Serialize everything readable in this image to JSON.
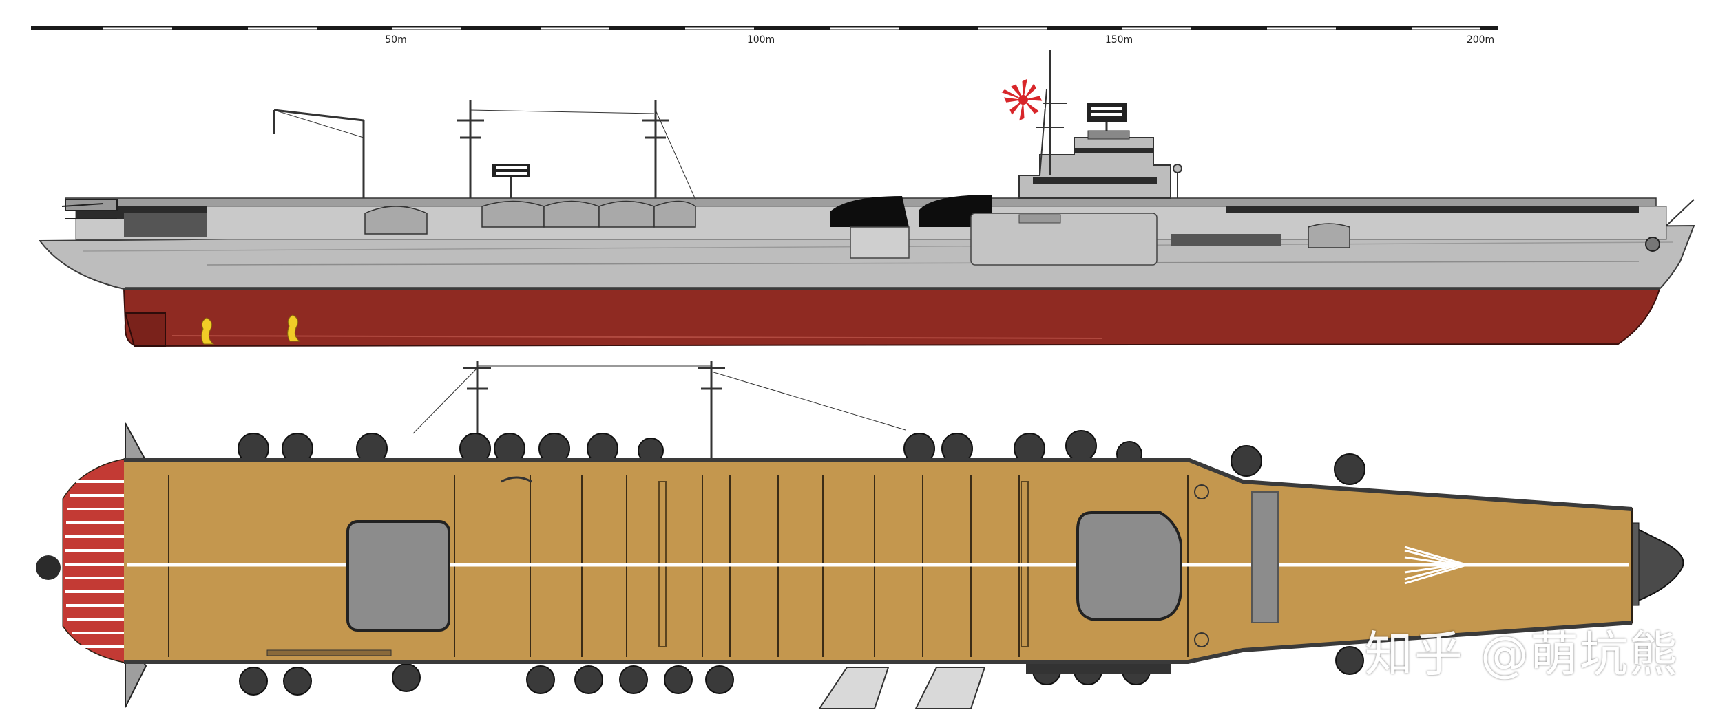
{
  "scale_bar": {
    "labels": [
      "50m",
      "100m",
      "150m",
      "200m"
    ]
  },
  "watermark": {
    "text": "知乎 @萌坑熊"
  },
  "colors": {
    "hull_grey": "#bdbdbd",
    "hull_red": "#8f2a22",
    "deck_wood": "#c4974e",
    "elevator_grey": "#8c8c8c",
    "dark_detail": "#2b2b2b",
    "flag_red": "#d8262a",
    "propeller_yellow": "#f1cc27",
    "bow_stripe_red": "#c33a34"
  },
  "views": [
    "side-profile",
    "flight-deck-plan"
  ]
}
